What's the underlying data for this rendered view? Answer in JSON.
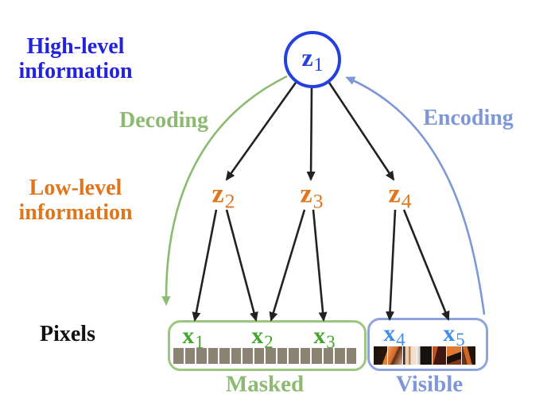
{
  "title": "Hierarchical latent variable diagram with masked and visible pixels",
  "colors": {
    "high_level_blue": "#2323dd",
    "node_circle_blue": "#2441e0",
    "low_level_orange": "#e0761c",
    "decode_green": "#8cba70",
    "box_green": "#9cc77e",
    "x_green": "#46a52e",
    "encode_blue": "#7d97d8",
    "box_blue": "#8fa3dc",
    "x_blue": "#3d8fe8",
    "pixels_black": "#111111",
    "arrow_black": "#222222",
    "masked_square_gray": "#8b8474"
  },
  "side_labels": {
    "high_level": {
      "line1": "High-level",
      "line2": "information"
    },
    "low_level": {
      "line1": "Low-level",
      "line2": "information"
    },
    "pixels": "Pixels"
  },
  "process_labels": {
    "decoding": "Decoding",
    "encoding": "Encoding"
  },
  "nodes": {
    "top": {
      "base": "z",
      "sub": "1"
    },
    "mid": [
      {
        "base": "z",
        "sub": "2"
      },
      {
        "base": "z",
        "sub": "3"
      },
      {
        "base": "z",
        "sub": "4"
      }
    ],
    "pixels_masked": [
      {
        "base": "x",
        "sub": "1"
      },
      {
        "base": "x",
        "sub": "2"
      },
      {
        "base": "x",
        "sub": "3"
      }
    ],
    "pixels_visible": [
      {
        "base": "x",
        "sub": "4"
      },
      {
        "base": "x",
        "sub": "5"
      }
    ]
  },
  "edges": {
    "black_arrows": [
      {
        "from": "z1",
        "to": "z2"
      },
      {
        "from": "z1",
        "to": "z3"
      },
      {
        "from": "z1",
        "to": "z4"
      },
      {
        "from": "z2",
        "to": "x1"
      },
      {
        "from": "z2",
        "to": "x2"
      },
      {
        "from": "z3",
        "to": "x2"
      },
      {
        "from": "z3",
        "to": "x3"
      },
      {
        "from": "z4",
        "to": "x4"
      },
      {
        "from": "z4",
        "to": "x5"
      }
    ],
    "decoding_arrow": {
      "from": "z1",
      "to": "masked-box",
      "color": "#8cba70"
    },
    "encoding_arrow": {
      "from": "visible-box",
      "to": "z1",
      "color": "#7d97d8"
    }
  },
  "groups": {
    "masked_label": "Masked",
    "visible_label": "Visible"
  },
  "masked_strip": {
    "count": 16,
    "color": "#8b8474"
  },
  "visible_strip": {
    "patches": [
      "linear-gradient(290deg, #e08035 25%, #2a180e 25%, #17100a 100%)",
      "linear-gradient(115deg, #f0a060 0%, #d4672a 45%, #5a2c14 52%, #e8b090 100%)",
      "linear-gradient(90deg, #402818 0 15%, #e8d0b8 15% 40%, #c08858 40% 55%, #f0e0d0 55% 100%)",
      "linear-gradient(90deg, #d8d0c8 0 20%, #151210 20% 100%)",
      "linear-gradient(105deg, #c05020 0 30%, #401810 30% 100%)",
      "linear-gradient(160deg, #e07830 0 45%, #1a100a 45% 75%, #803818 75% 100%)",
      "linear-gradient(75deg, #6a3018 0 30%, #d06828 30% 55%, #241408 55% 100%)"
    ]
  }
}
